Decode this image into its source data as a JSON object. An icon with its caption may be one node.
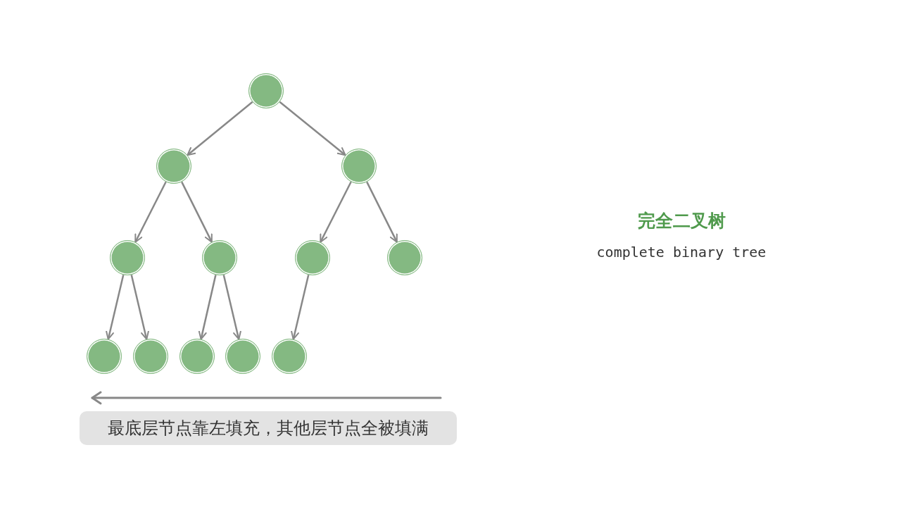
{
  "diagram": {
    "title": "完全二叉树",
    "nodes": [
      {
        "text": [],
        "shape": "circle"
      },
      {
        "text": [],
        "shape": "circle"
      },
      {
        "text": [],
        "shape": "circle"
      },
      {
        "text": [],
        "shape": "circle"
      },
      {
        "text": [],
        "shape": "circle"
      },
      {
        "text": [],
        "shape": "circle"
      },
      {
        "text": [],
        "shape": "circle"
      },
      {
        "text": [],
        "shape": "circle"
      },
      {
        "text": [],
        "shape": "circle"
      },
      {
        "text": [],
        "shape": "circle"
      },
      {
        "text": [],
        "shape": "circle"
      },
      {
        "text": [],
        "shape": "circle"
      }
    ],
    "edges": [
      {
        "from": 0,
        "to": 1,
        "arrow": "to"
      },
      {
        "from": 0,
        "to": 2,
        "arrow": "to"
      },
      {
        "from": 1,
        "to": 3,
        "arrow": "to"
      },
      {
        "from": 1,
        "to": 4,
        "arrow": "to"
      },
      {
        "from": 2,
        "to": 5,
        "arrow": "to"
      },
      {
        "from": 2,
        "to": 6,
        "arrow": "to"
      },
      {
        "from": 3,
        "to": 7,
        "arrow": "to"
      },
      {
        "from": 3,
        "to": 8,
        "arrow": "to"
      },
      {
        "from": 4,
        "to": 9,
        "arrow": "to"
      },
      {
        "from": 4,
        "to": 10,
        "arrow": "to"
      },
      {
        "from": 5,
        "to": 11,
        "arrow": "to"
      }
    ],
    "labels": [
      "complete binary tree",
      "最底层节点靠左填充，其他层节点全被填满"
    ]
  }
}
